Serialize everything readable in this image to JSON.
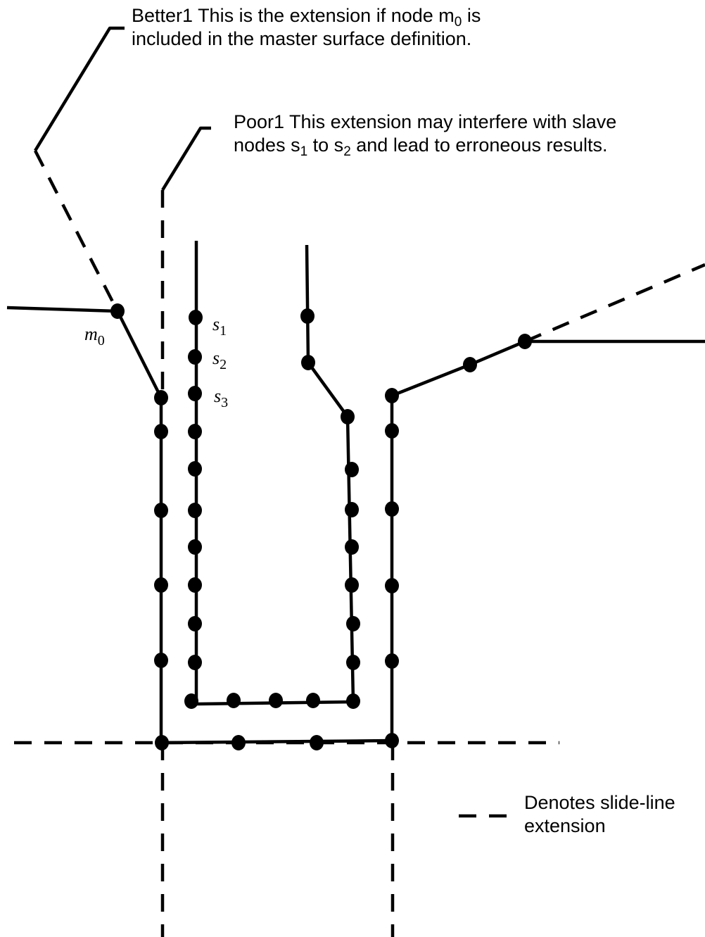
{
  "annotations": {
    "better": {
      "prefix": "Better1  This is the extension if node m",
      "sub": "0",
      "rest": " is",
      "line2": "included in the master surface definition."
    },
    "poor": {
      "prefix": "Poor1  This extension may interfere with slave",
      "line2_a": "nodes s",
      "sub1": "1",
      "line2_b": " to s",
      "sub2": "2",
      "line2_c": " and lead to erroneous results."
    },
    "legend": {
      "line1": "Denotes slide-line",
      "line2": "extension"
    }
  },
  "node_labels": {
    "m0": {
      "base": "m",
      "sub": "0"
    },
    "s1": {
      "base": "s",
      "sub": "1"
    },
    "s2": {
      "base": "s",
      "sub": "2"
    },
    "s3": {
      "base": "s",
      "sub": "3"
    }
  },
  "style": {
    "stroke_color": "#000000",
    "background": "#ffffff"
  }
}
